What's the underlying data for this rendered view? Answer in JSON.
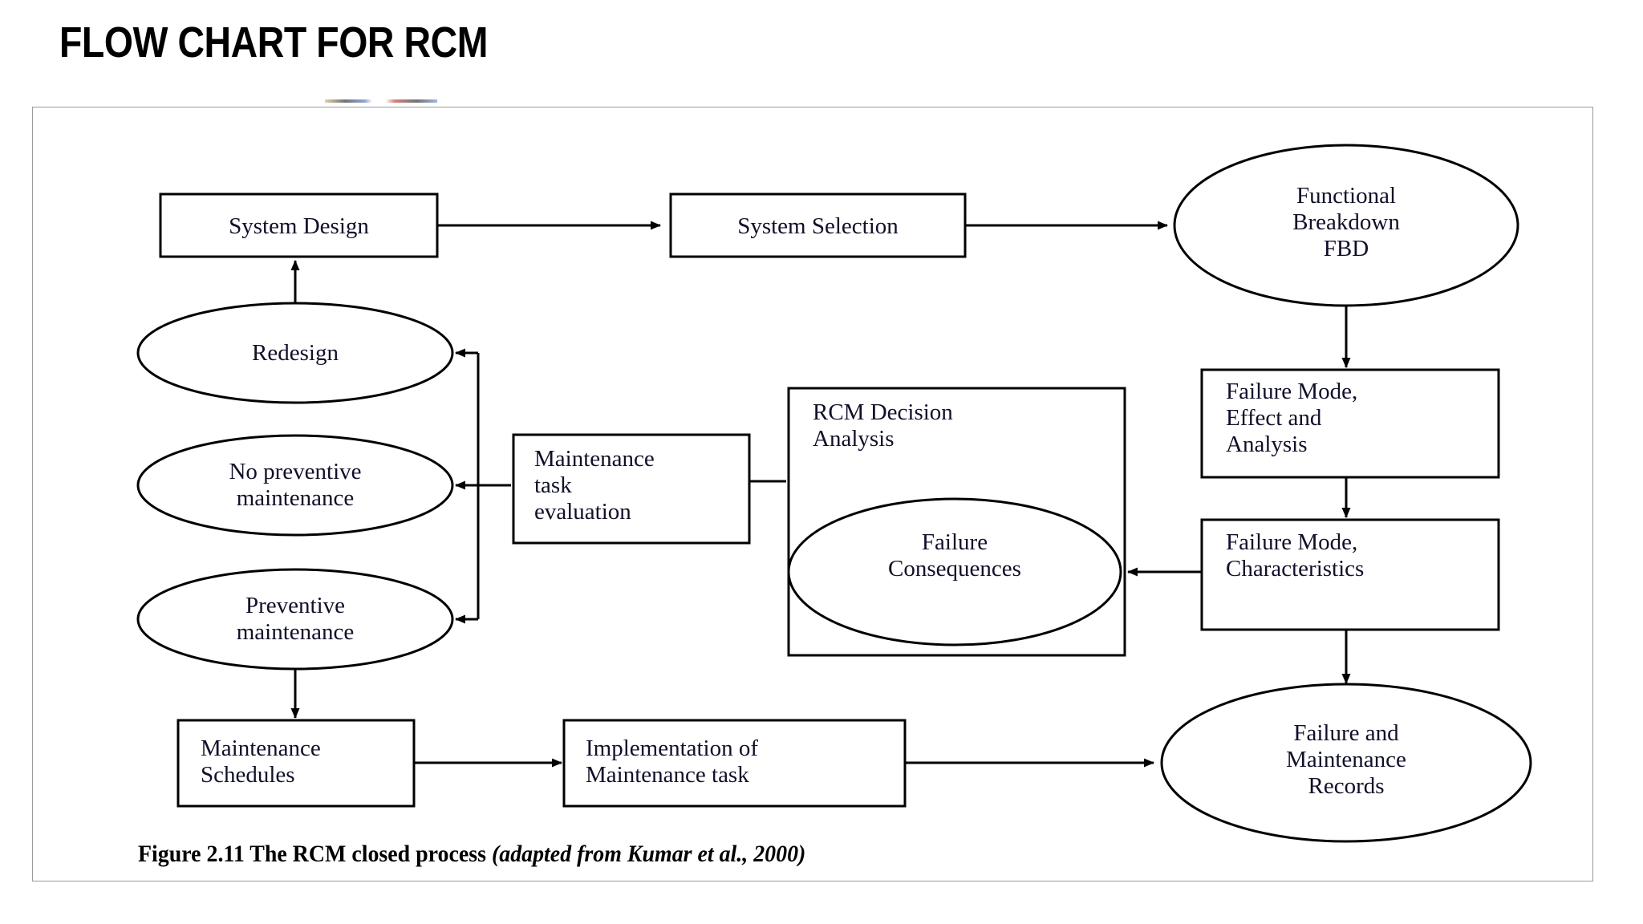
{
  "slide": {
    "title": "FLOW CHART FOR RCM"
  },
  "figure": {
    "caption_main": "Figure 2.11 The RCM closed process ",
    "caption_source": "(adapted from Kumar et al., 2000)"
  },
  "diagram": {
    "type": "flowchart",
    "nodes": [
      {
        "id": "system-design",
        "shape": "rect",
        "label": "System Design",
        "align": "center"
      },
      {
        "id": "system-selection",
        "shape": "rect",
        "label": "System Selection",
        "align": "center"
      },
      {
        "id": "functional-breakdown",
        "shape": "ellipse",
        "label": "Functional\nBreakdown\nFBD",
        "align": "center"
      },
      {
        "id": "fmea",
        "shape": "rect",
        "label": "Failure Mode,\nEffect and\nAnalysis",
        "align": "left"
      },
      {
        "id": "failure-mode-characteristics",
        "shape": "rect",
        "label": "Failure Mode,\nCharacteristics",
        "align": "left"
      },
      {
        "id": "failure-maintenance-records",
        "shape": "ellipse",
        "label": "Failure and\nMaintenance\nRecords",
        "align": "center"
      },
      {
        "id": "rcm-decision-analysis",
        "shape": "rect",
        "label": "RCM Decision\nAnalysis",
        "align": "left"
      },
      {
        "id": "failure-consequences",
        "shape": "ellipse",
        "label": "Failure\nConsequences",
        "align": "center"
      },
      {
        "id": "maintenance-task-evaluation",
        "shape": "rect",
        "label": "Maintenance\ntask\nevaluation",
        "align": "left"
      },
      {
        "id": "redesign",
        "shape": "ellipse",
        "label": "Redesign",
        "align": "center"
      },
      {
        "id": "no-preventive-maintenance",
        "shape": "ellipse",
        "label": "No preventive\nmaintenance",
        "align": "center"
      },
      {
        "id": "preventive-maintenance",
        "shape": "ellipse",
        "label": "Preventive\nmaintenance",
        "align": "center"
      },
      {
        "id": "maintenance-schedules",
        "shape": "rect",
        "label": "Maintenance\nSchedules",
        "align": "left"
      },
      {
        "id": "implementation-of-maintenance-task",
        "shape": "rect",
        "label": "Implementation of\nMaintenance task",
        "align": "left"
      }
    ],
    "edges": [
      {
        "from": "system-design",
        "to": "system-selection"
      },
      {
        "from": "system-selection",
        "to": "functional-breakdown"
      },
      {
        "from": "functional-breakdown",
        "to": "fmea"
      },
      {
        "from": "fmea",
        "to": "failure-mode-characteristics"
      },
      {
        "from": "failure-mode-characteristics",
        "to": "failure-consequences"
      },
      {
        "from": "failure-mode-characteristics",
        "to": "failure-maintenance-records"
      },
      {
        "from": "rcm-decision-analysis",
        "to": "maintenance-task-evaluation"
      },
      {
        "from": "maintenance-task-evaluation",
        "to": "redesign"
      },
      {
        "from": "maintenance-task-evaluation",
        "to": "no-preventive-maintenance"
      },
      {
        "from": "maintenance-task-evaluation",
        "to": "preventive-maintenance"
      },
      {
        "from": "redesign",
        "to": "system-design"
      },
      {
        "from": "preventive-maintenance",
        "to": "maintenance-schedules"
      },
      {
        "from": "maintenance-schedules",
        "to": "implementation-of-maintenance-task"
      },
      {
        "from": "implementation-of-maintenance-task",
        "to": "failure-maintenance-records"
      }
    ],
    "colors": {
      "stroke": "#000000",
      "fill": "#ffffff",
      "text": "#10102a",
      "frame": "#9a9a9a"
    }
  }
}
